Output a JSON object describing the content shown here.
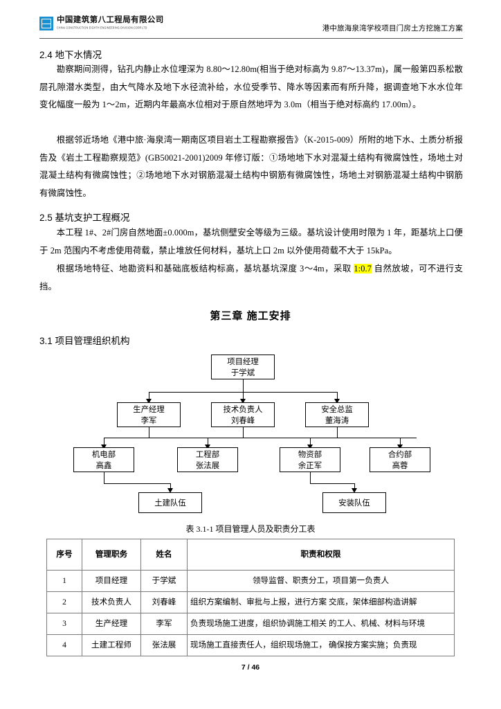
{
  "header": {
    "logo_cn": "中国建筑第八工程局有限公司",
    "logo_en": "CHINA CONSTRUCTION EIGHTH ENGINEERING DIVISION.CORP.LTD",
    "doc_title": "港中旅海泉湾学校项目门房土方挖施工方案"
  },
  "sections": [
    {
      "heading": "2.4 地下水情况",
      "paragraphs": [
        "勘察期间测得，钻孔内静止水位埋深为 8.80～12.80m(相当于绝对标高为 9.87～13.37m)，属一般第四系松散层孔隙潜水类型，由大气降水及地下水径流补给，水位受季节、降水等因素而有所升降，据调查地下水水位年变化幅度一般为 1～2m，近期内年最高水位相对于原自然地坪为 3.0m（相当于绝对标高约 17.00m）。",
        "根据邻近场地《港中旅·海泉湾一期南区项目岩土工程勘察报告》（K-2015-009）所附的地下水、土质分析报告及《岩土工程勘察规范》(GB50021-2001)2009 年修订版：①场地地下水对混凝土结构有微腐蚀性，场地土对混凝土结构有微腐蚀性；②场地地下水对钢筋混凝土结构中钢筋有微腐蚀性，场地土对钢筋混凝土结构中钢筋有微腐蚀性。"
      ]
    },
    {
      "heading": "2.5 基坑支护工程概况",
      "paragraphs": [
        "本工程 1#、2#门房自然地面±0.000m，基坑侧壁安全等级为三级。基坑设计使用时限为 1 年，距基坑上口便于 2m 范围内不考虑使用荷载，禁止堆放任何材料，基坑上口 2m 以外使用荷载不大于 15kPa。"
      ],
      "highlight_paragraph": {
        "before": "根据场地特征、地勘资料和基础底板结构标高，基坑基坑深度 3～4m，采取 ",
        "highlight": "1:0.7",
        "after": " 自然放坡，可不进行支挡。"
      }
    }
  ],
  "chapter_title": "第三章 施工安排",
  "section_31_heading": "3.1 项目管理组织机构",
  "org_chart": {
    "level1": {
      "title": "项目经理",
      "name": "于学斌"
    },
    "level2": [
      {
        "title": "生产经理",
        "name": "李军"
      },
      {
        "title": "技术负责人",
        "name": "刘春峰"
      },
      {
        "title": "安全总监",
        "name": "董海涛"
      }
    ],
    "level3": [
      {
        "title": "机电部",
        "name": "高鑫"
      },
      {
        "title": "工程部",
        "name": "张法展"
      },
      {
        "title": "物资部",
        "name": "余正军"
      },
      {
        "title": "合约部",
        "name": "高蓉"
      }
    ],
    "level4": [
      {
        "title": "土建队伍"
      },
      {
        "title": "安装队伍"
      }
    ]
  },
  "table": {
    "caption": "表 3.1-1 项目管理人员及职责分工表",
    "columns": [
      "序号",
      "管理职务",
      "姓名",
      "职责和权限"
    ],
    "rows": [
      {
        "no": "1",
        "post": "项目经理",
        "name": "于学斌",
        "duty": "领导监督、职责分工，项目第一负责人"
      },
      {
        "no": "2",
        "post": "技术负责人",
        "name": "刘春峰",
        "duty": "组织方案编制、审批与上报，进行方案 交底，架体细部构造讲解"
      },
      {
        "no": "3",
        "post": "生产经理",
        "name": "李军",
        "duty": "负责现场施工进度，组织协调施工相关 的工人、机械、材料与环境"
      },
      {
        "no": "4",
        "post": "土建工程师",
        "name": "张法展",
        "duty": "现场施工直接责任人，组织现场施工， 确保按方案实施；负责现"
      }
    ]
  },
  "footer": {
    "page_number": "7 / 46"
  }
}
